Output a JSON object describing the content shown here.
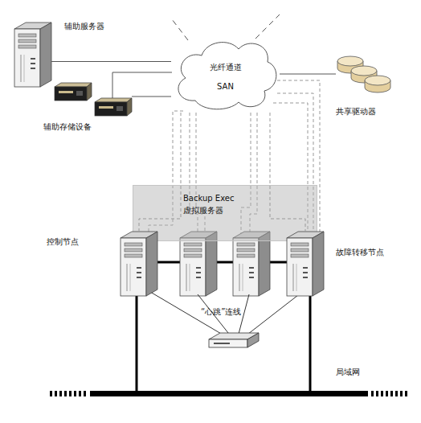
{
  "diagram": {
    "nodes": [
      {
        "text": [
          "辅助服务器"
        ]
      },
      {
        "text": [
          "光纤通道 SAN"
        ]
      },
      {
        "text": [
          "共享驱动器"
        ]
      },
      {
        "text": [
          "辅助存储设备"
        ]
      },
      {
        "text": [
          "Backup Exec 虚拟服务器"
        ]
      },
      {
        "text": [
          "控制节点"
        ]
      },
      {
        "text": [
          "故障转移节点"
        ]
      }
    ],
    "edges": [
      {
        "from": 0,
        "to": 1,
        "arrow": "none"
      },
      {
        "from": 3,
        "to": 1,
        "arrow": "none"
      },
      {
        "from": 1,
        "to": 2,
        "arrow": "none"
      },
      {
        "from": 1,
        "to": 5,
        "arrow": "none"
      },
      {
        "from": 1,
        "to": 6,
        "arrow": "none"
      }
    ],
    "labels": [
      "“心跳”连线",
      "局域网"
    ]
  }
}
